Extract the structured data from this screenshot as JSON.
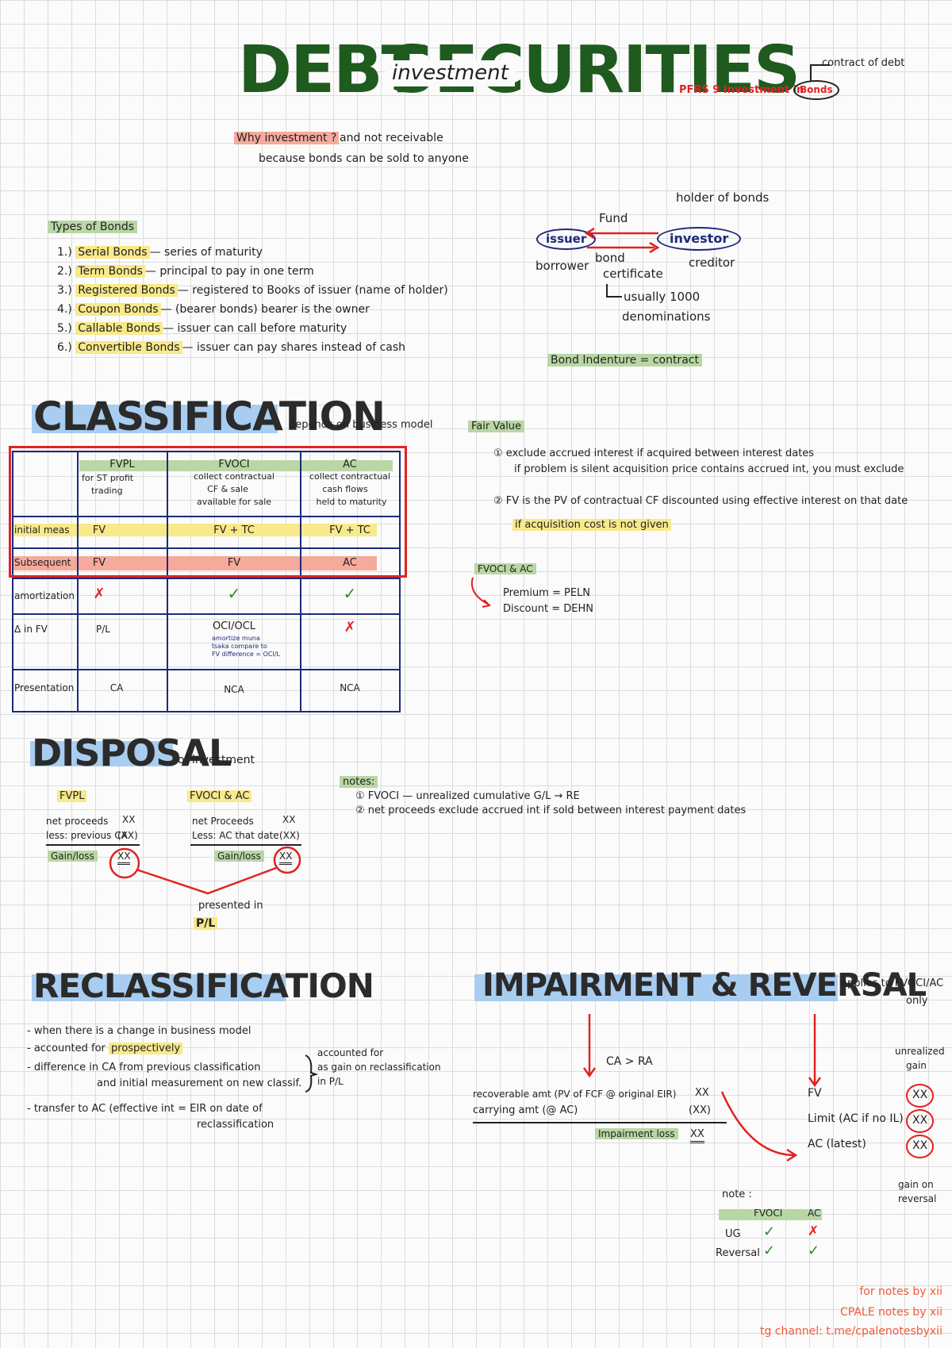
{
  "header": {
    "title_part1": "DEBT",
    "title_part2": "SECURITIES",
    "overlay_word": "investment",
    "standard": "PFRS 9  Investment in",
    "standard_circled": "Bonds",
    "contract_note": "contract of debt"
  },
  "why": {
    "question": "Why investment ?",
    "answer1": "and not receivable",
    "answer2": "because bonds can be sold to anyone"
  },
  "bond_diagram": {
    "holder_of_bonds": "holder of bonds",
    "fund": "Fund",
    "issuer": "issuer",
    "investor": "investor",
    "borrower": "borrower",
    "creditor": "creditor",
    "bond_cert1": "bond",
    "bond_cert2": "certificate",
    "usually1": "usually 1000",
    "usually2": "denominations",
    "indenture": "Bond Indenture = contract"
  },
  "types": {
    "heading": "Types of Bonds",
    "items": [
      {
        "num": "1.)",
        "name": "Serial Bonds",
        "desc": "— series of maturity"
      },
      {
        "num": "2.)",
        "name": "Term Bonds",
        "desc": "— principal to pay in one term"
      },
      {
        "num": "3.)",
        "name": "Registered Bonds",
        "desc": "— registered to Books of issuer (name of holder)"
      },
      {
        "num": "4.)",
        "name": "Coupon Bonds",
        "desc": "— (bearer bonds) bearer is the owner"
      },
      {
        "num": "5.)",
        "name": "Callable Bonds",
        "desc": "— issuer can call before maturity"
      },
      {
        "num": "6.)",
        "name": "Convertible Bonds",
        "desc": "— issuer can pay shares instead of cash"
      }
    ]
  },
  "classification": {
    "title": "CLASSIFICATION",
    "note": "depends on business model",
    "columns": [
      {
        "name": "FVPL",
        "desc1": "for ST profit",
        "desc2": "trading",
        "desc3": ""
      },
      {
        "name": "FVOCI",
        "desc1": "collect contractual",
        "desc2": "CF & sale",
        "desc3": "available for sale"
      },
      {
        "name": "AC",
        "desc1": "collect contractual",
        "desc2": "cash flows",
        "desc3": "held to maturity"
      }
    ],
    "rows": [
      {
        "label": "initial meas",
        "values": [
          "FV",
          "FV + TC",
          "FV + TC"
        ]
      },
      {
        "label": "Subsequent",
        "values": [
          "FV",
          "FV",
          "AC"
        ]
      },
      {
        "label": "amortization",
        "values": [
          "✗",
          "✓",
          "✓"
        ]
      },
      {
        "label": "Δ in FV",
        "values": [
          "P/L",
          "OCI/OCL",
          "✗"
        ]
      },
      {
        "label": "Presentation",
        "values": [
          "CA",
          "NCA",
          "NCA"
        ]
      }
    ],
    "fvoci_note1": "amortize muna",
    "fvoci_note2": "tsaka compare to",
    "fvoci_note3": "FV difference = OCI/L"
  },
  "fair_value": {
    "heading": "Fair Value",
    "n1": "①",
    "p1_line1": "exclude accrued interest if acquired between interest dates",
    "p1_line2": "if problem is silent acquisition price contains accrued int, you must exclude",
    "n2": "②",
    "p2_line1": "FV is the PV of contractual CF discounted using effective interest on that date",
    "p2_line2": "if acquisition cost is not given"
  },
  "fvoci_ac": {
    "heading": "FVOCI & AC",
    "premium": "Premium = PELN",
    "discount": "Discount = DEHN"
  },
  "disposal": {
    "title": "DISPOSAL",
    "suffix": "of investment",
    "fvpl": {
      "heading": "FVPL",
      "r1": "net proceeds",
      "r1v": "XX",
      "r2": "less: previous CA",
      "r2v": "(XX)",
      "r3": "Gain/loss",
      "r3v": "XX"
    },
    "fvoci": {
      "heading": "FVOCI & AC",
      "r1": "net Proceeds",
      "r1v": "XX",
      "r2": "Less: AC that date",
      "r2v": "(XX)",
      "r3": "Gain/loss",
      "r3v": "XX"
    },
    "presented1": "presented in",
    "presented2": "P/L",
    "notes_heading": "notes:",
    "note1": "① FVOCI — unrealized cumulative G/L → RE",
    "note2": "② net proceeds exclude accrued int if sold between interest payment dates"
  },
  "reclassification": {
    "title": "RECLASSIFICATION",
    "b1": "- when there is a change in business model",
    "b2_pre": "- accounted for",
    "b2_hl": "prospectively",
    "b3_line1": "- difference in CA from previous classification",
    "b3_line2": "and initial measurement on new classif.",
    "b3_note1": "accounted for",
    "b3_note2": "as gain on reclassification",
    "b3_note3": "in P/L",
    "b4_line1": "- transfer to AC (effective int = EIR on date of",
    "b4_line2": "reclassification"
  },
  "impairment": {
    "title": "IMPAIRMENT & REVERSAL",
    "applies1": "applies to FVOCI/AC",
    "applies2": "only",
    "ca_ra": "CA > RA",
    "rec_amt": "recoverable amt  (PV of FCF @ original EIR)",
    "rec_amt_v": "XX",
    "carrying": "carrying amt  (@ AC)",
    "carrying_v": "(XX)",
    "imp_loss": "Impairment loss",
    "imp_loss_v": "XX",
    "fv": "FV",
    "limit": "Limit (AC if no IL)",
    "ac_latest": "AC (latest)",
    "unrealized1": "unrealized",
    "unrealized2": "gain",
    "xx": "XX",
    "gain_rev1": "gain on",
    "gain_rev2": "reversal",
    "note_heading": "note :",
    "tbl_h1": "FVOCI",
    "tbl_h2": "AC",
    "tbl_r1": "UG",
    "tbl_r2": "Reversal"
  },
  "footer": {
    "l1": "for notes by xii",
    "l2": "CPALE notes by xii",
    "l3": "tg channel: t.me/cpalenotesbyxii"
  }
}
